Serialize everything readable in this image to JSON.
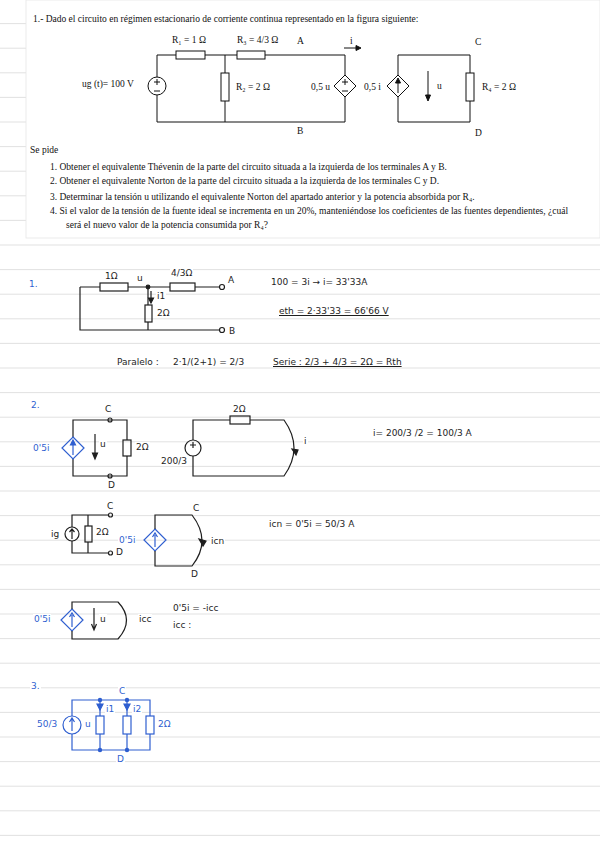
{
  "diagram": {
    "title": "1.- Dado el circuito en régimen estacionario de corriente continua representado en la figura siguiente:",
    "labels": [
      "R₁ = 1 Ω",
      "R₃ = 4/3 Ω",
      "A",
      "i",
      "C",
      "ug (t)= 100 V",
      "R₂ = 2 Ω",
      "0,5 u",
      "0,5 i",
      "u",
      "R₄ = 2 Ω",
      "B",
      "D",
      "Se pide",
      "1. Obtener el equivalente Thévenin de la parte del circuito situada a la izquierda de los terminales A y B.",
      "2. Obtener el equivalente Norton de la parte del circuito situada a la izquierda de los terminales C y D.",
      "3. Determinar la tensión u utilizando el equivalente Norton del apartado anterior y la potencia absorbida por R₄.",
      "4. Si el valor de la tensión de la fuente ideal se incrementa en un 20%, manteniéndose los coeficientes de las fuentes dependientes, ¿cuál será el nuevo valor de la potencia consumida por R₄?",
      "1.",
      "1Ω",
      "u",
      "4/3Ω",
      "A",
      "i1",
      "2Ω",
      "B",
      "100 = 3i → i= 33'33A",
      "eth = 2·33'33 = 66'66 V",
      "Paralelo :",
      "2·1/(2+1) = 2/3",
      "Serie : 2/3 + 4/3 = 2Ω = Rth",
      "2.",
      "C",
      "0'5i",
      "u",
      "2Ω",
      "D",
      "2Ω",
      "200/3",
      "i",
      "i= 200/3 /2 = 100/3 A",
      "C",
      "ig",
      "2Ω",
      "D",
      "C",
      "0'5i",
      "icn",
      "D",
      "icn = 0'5i = 50/3 A",
      "0'5i",
      "u",
      "icc",
      "0'5i = -icc",
      "icc :",
      "3.",
      "C",
      "i1",
      "i2",
      "50/3",
      "u",
      "2Ω",
      "D"
    ]
  }
}
